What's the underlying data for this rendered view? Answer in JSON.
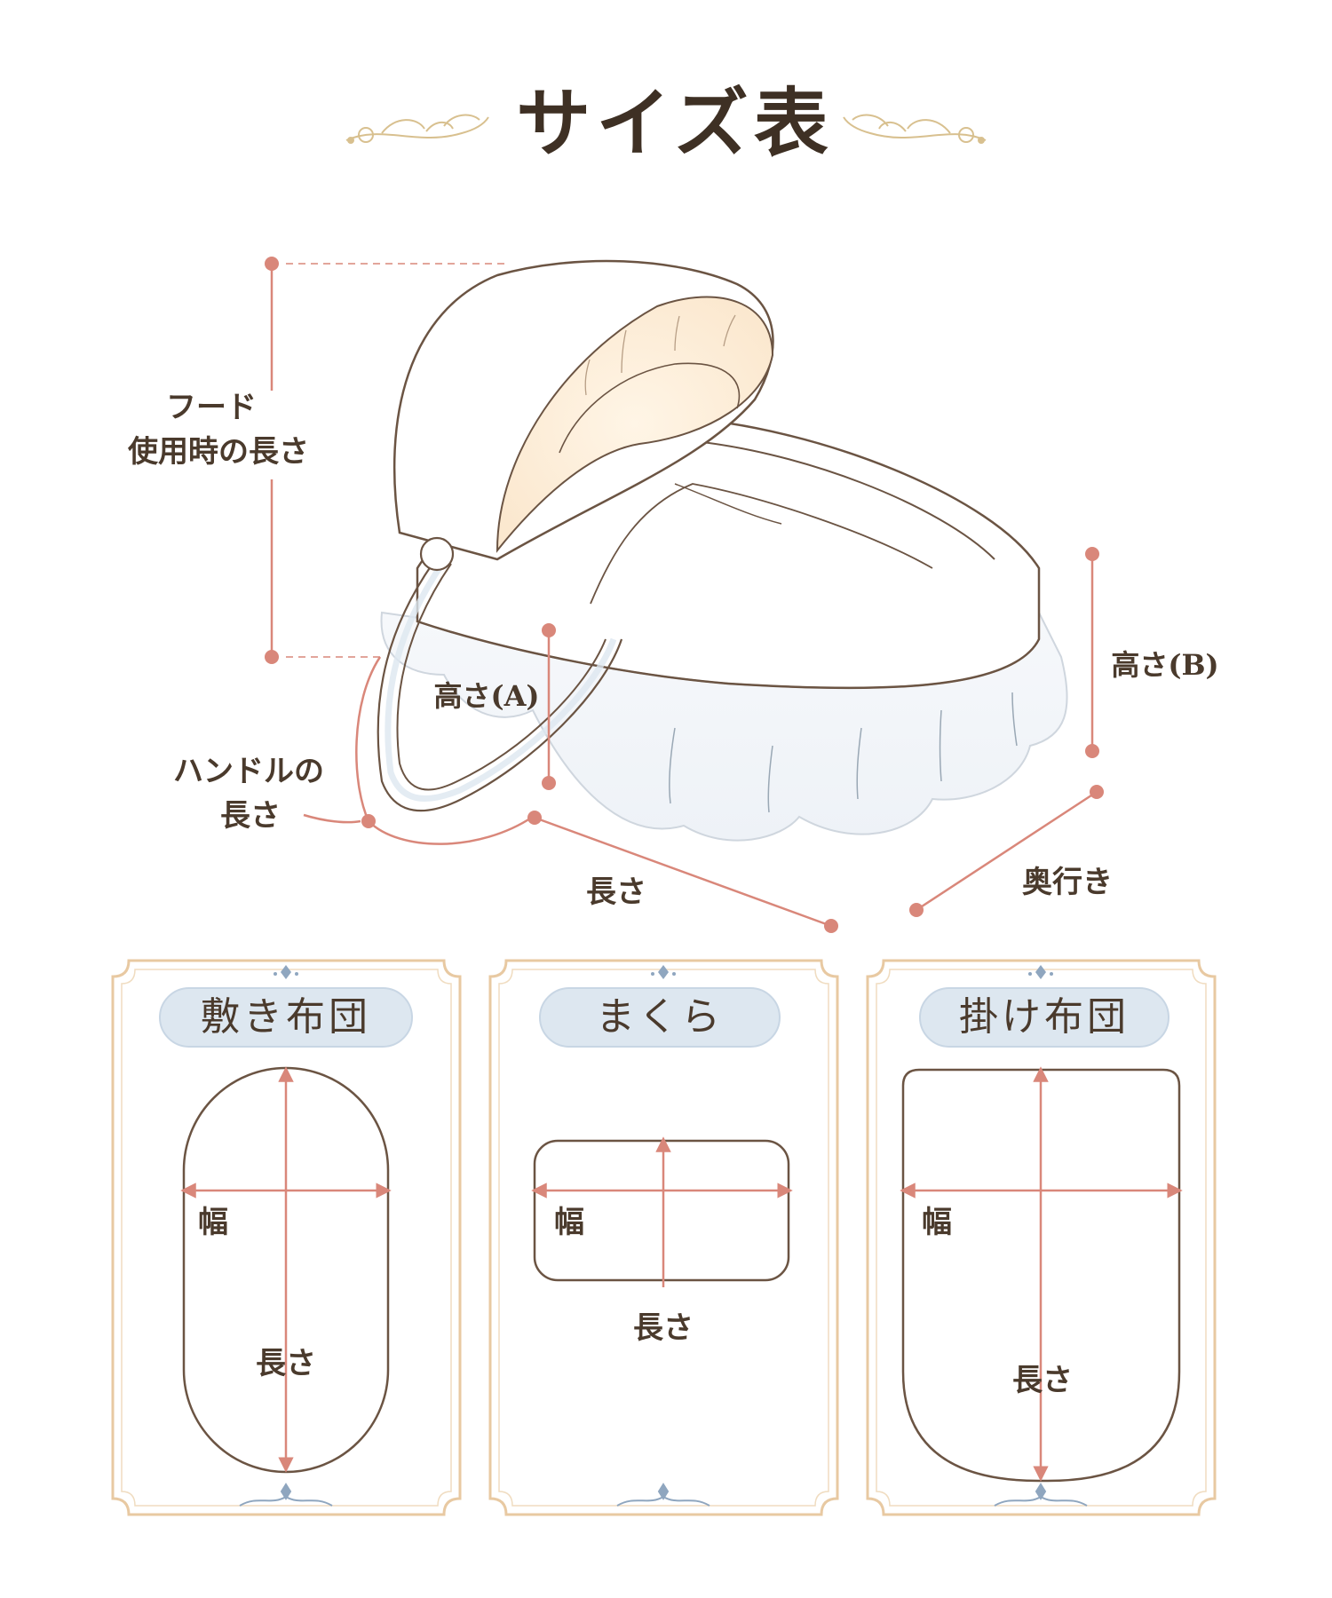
{
  "title": "サイズ表",
  "basket": {
    "hood_length_label_line1": "フード",
    "hood_length_label_line2": "使用時の長さ",
    "height_a_label": "高さ(A)",
    "height_b_label": "高さ(B)",
    "handle_length_label_line1": "ハンドルの",
    "handle_length_label_line2": "長さ",
    "length_label": "長さ",
    "depth_label": "奥行き"
  },
  "cards": [
    {
      "title": "敷き布団",
      "width_label": "幅",
      "length_label": "長さ"
    },
    {
      "title": "まくら",
      "width_label": "幅",
      "length_label": "長さ"
    },
    {
      "title": "掛け布団",
      "width_label": "幅",
      "length_label": "長さ"
    }
  ],
  "colors": {
    "dimension": "#d9877a",
    "outline": "#6b5443",
    "card_border": "#e8c9a2",
    "pill": "#dde7f0",
    "ornament": "#d8c08f"
  }
}
